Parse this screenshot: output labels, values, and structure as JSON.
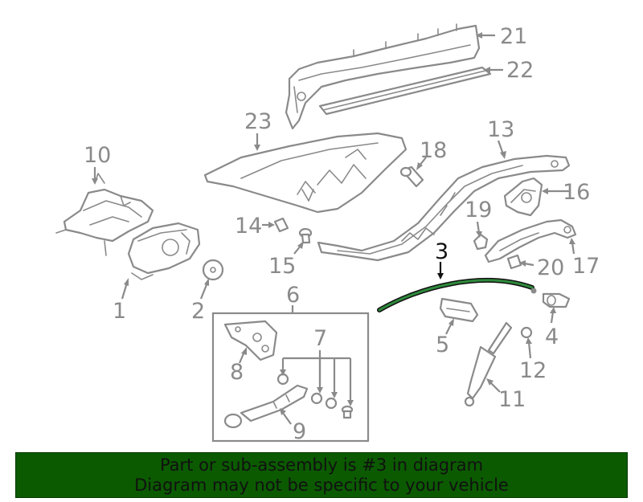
{
  "diagram": {
    "highlighted_part": "3",
    "callouts": [
      {
        "id": "c1",
        "label": "1"
      },
      {
        "id": "c2",
        "label": "2"
      },
      {
        "id": "c3",
        "label": "3"
      },
      {
        "id": "c4",
        "label": "4"
      },
      {
        "id": "c5",
        "label": "5"
      },
      {
        "id": "c6",
        "label": "6"
      },
      {
        "id": "c7",
        "label": "7"
      },
      {
        "id": "c8",
        "label": "8"
      },
      {
        "id": "c9",
        "label": "9"
      },
      {
        "id": "c10",
        "label": "10"
      },
      {
        "id": "c11",
        "label": "11"
      },
      {
        "id": "c12",
        "label": "12"
      },
      {
        "id": "c13",
        "label": "13"
      },
      {
        "id": "c14",
        "label": "14"
      },
      {
        "id": "c15",
        "label": "15"
      },
      {
        "id": "c16",
        "label": "16"
      },
      {
        "id": "c17",
        "label": "17"
      },
      {
        "id": "c18",
        "label": "18"
      },
      {
        "id": "c19",
        "label": "19"
      },
      {
        "id": "c20",
        "label": "20"
      },
      {
        "id": "c21",
        "label": "21"
      },
      {
        "id": "c22",
        "label": "22"
      },
      {
        "id": "c23",
        "label": "23"
      }
    ],
    "colors": {
      "line": "#8a8a8a",
      "highlight": "#111111",
      "cable": "#2e8a3c",
      "banner": "#0b5a00"
    }
  },
  "banner": {
    "line1": "Part or sub-assembly is #3 in diagram",
    "line2": "Diagram may not be specific to your vehicle"
  }
}
